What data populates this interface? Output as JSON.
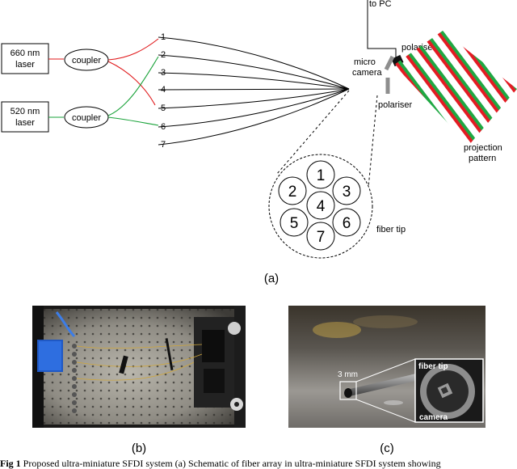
{
  "schematic": {
    "lasers": [
      {
        "line1": "660 nm",
        "line2": "laser",
        "color": "#e0191b"
      },
      {
        "line1": "520 nm",
        "line2": "laser",
        "color": "#1aa33a"
      }
    ],
    "coupler_label": "coupler",
    "fiber_numbers": [
      "1",
      "2",
      "3",
      "4",
      "5",
      "6",
      "7"
    ],
    "to_pc": "to PC",
    "micro_camera": [
      "micro",
      "camera"
    ],
    "polariser_top": "polariser",
    "polariser_bottom": "polariser",
    "projection_pattern": [
      "projection",
      "pattern"
    ],
    "fiber_tip_label": "fiber tip",
    "tip_numbers": [
      "1",
      "2",
      "3",
      "4",
      "5",
      "6",
      "7"
    ],
    "stripe_colors": [
      "#e31b23",
      "#1fa843"
    ]
  },
  "photo_c": {
    "scale_label": "3 mm",
    "inset_fiber_tip": "fiber tip",
    "inset_camera": "camera"
  },
  "labels": {
    "a": "(a)",
    "b": "(b)",
    "c": "(c)"
  },
  "caption": {
    "prefix": "Fig 1",
    "text": " Proposed ultra-miniature SFDI system (a) Schematic of fiber array in ultra-miniature SFDI system showing"
  }
}
